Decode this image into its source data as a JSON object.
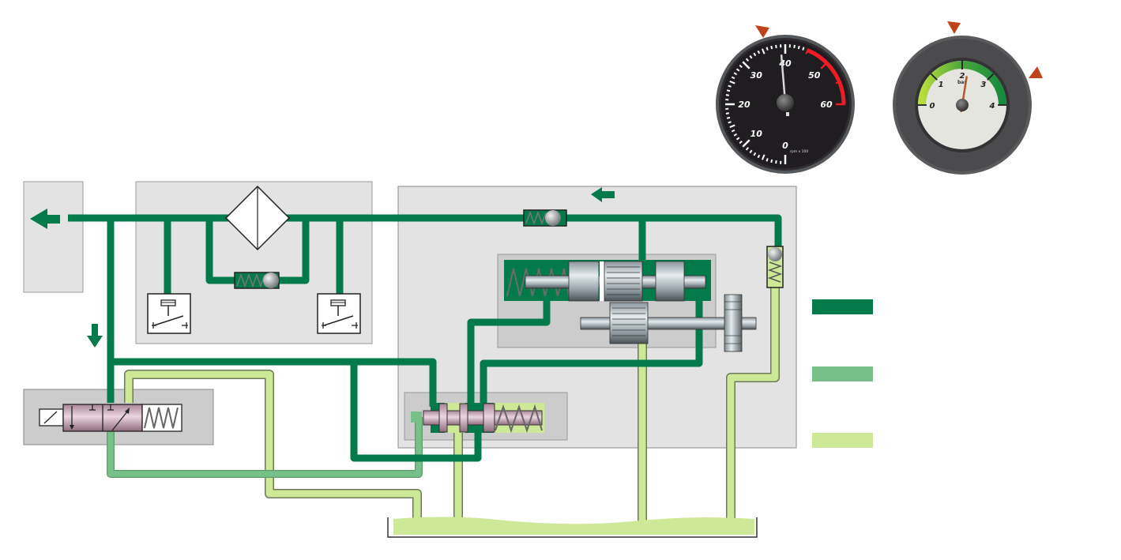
{
  "colors": {
    "pressure_line": "#037a4a",
    "control_line": "#78c08a",
    "return_line": "#cde896",
    "housing": "#e3e3e3",
    "subhousing": "#cccccc",
    "spool": "#c8a6b8",
    "marker": "#c0421a",
    "redline": "#ee1c24"
  },
  "legend": {
    "items": [
      {
        "color": "#037a4a",
        "label": ""
      },
      {
        "color": "#78c08a",
        "label": ""
      },
      {
        "color": "#cde896",
        "label": ""
      }
    ]
  },
  "tachometer": {
    "tick_labels": [
      "0",
      "10",
      "20",
      "30",
      "40",
      "50",
      "60"
    ],
    "unit": "rpm x 100",
    "value": 39,
    "min": 0,
    "max": 60,
    "redline_from": 45
  },
  "pressure_gauge": {
    "tick_labels": [
      "0",
      "1",
      "2",
      "3",
      "4"
    ],
    "unit": "bar",
    "value": 2.2,
    "min": 0,
    "max": 4
  }
}
